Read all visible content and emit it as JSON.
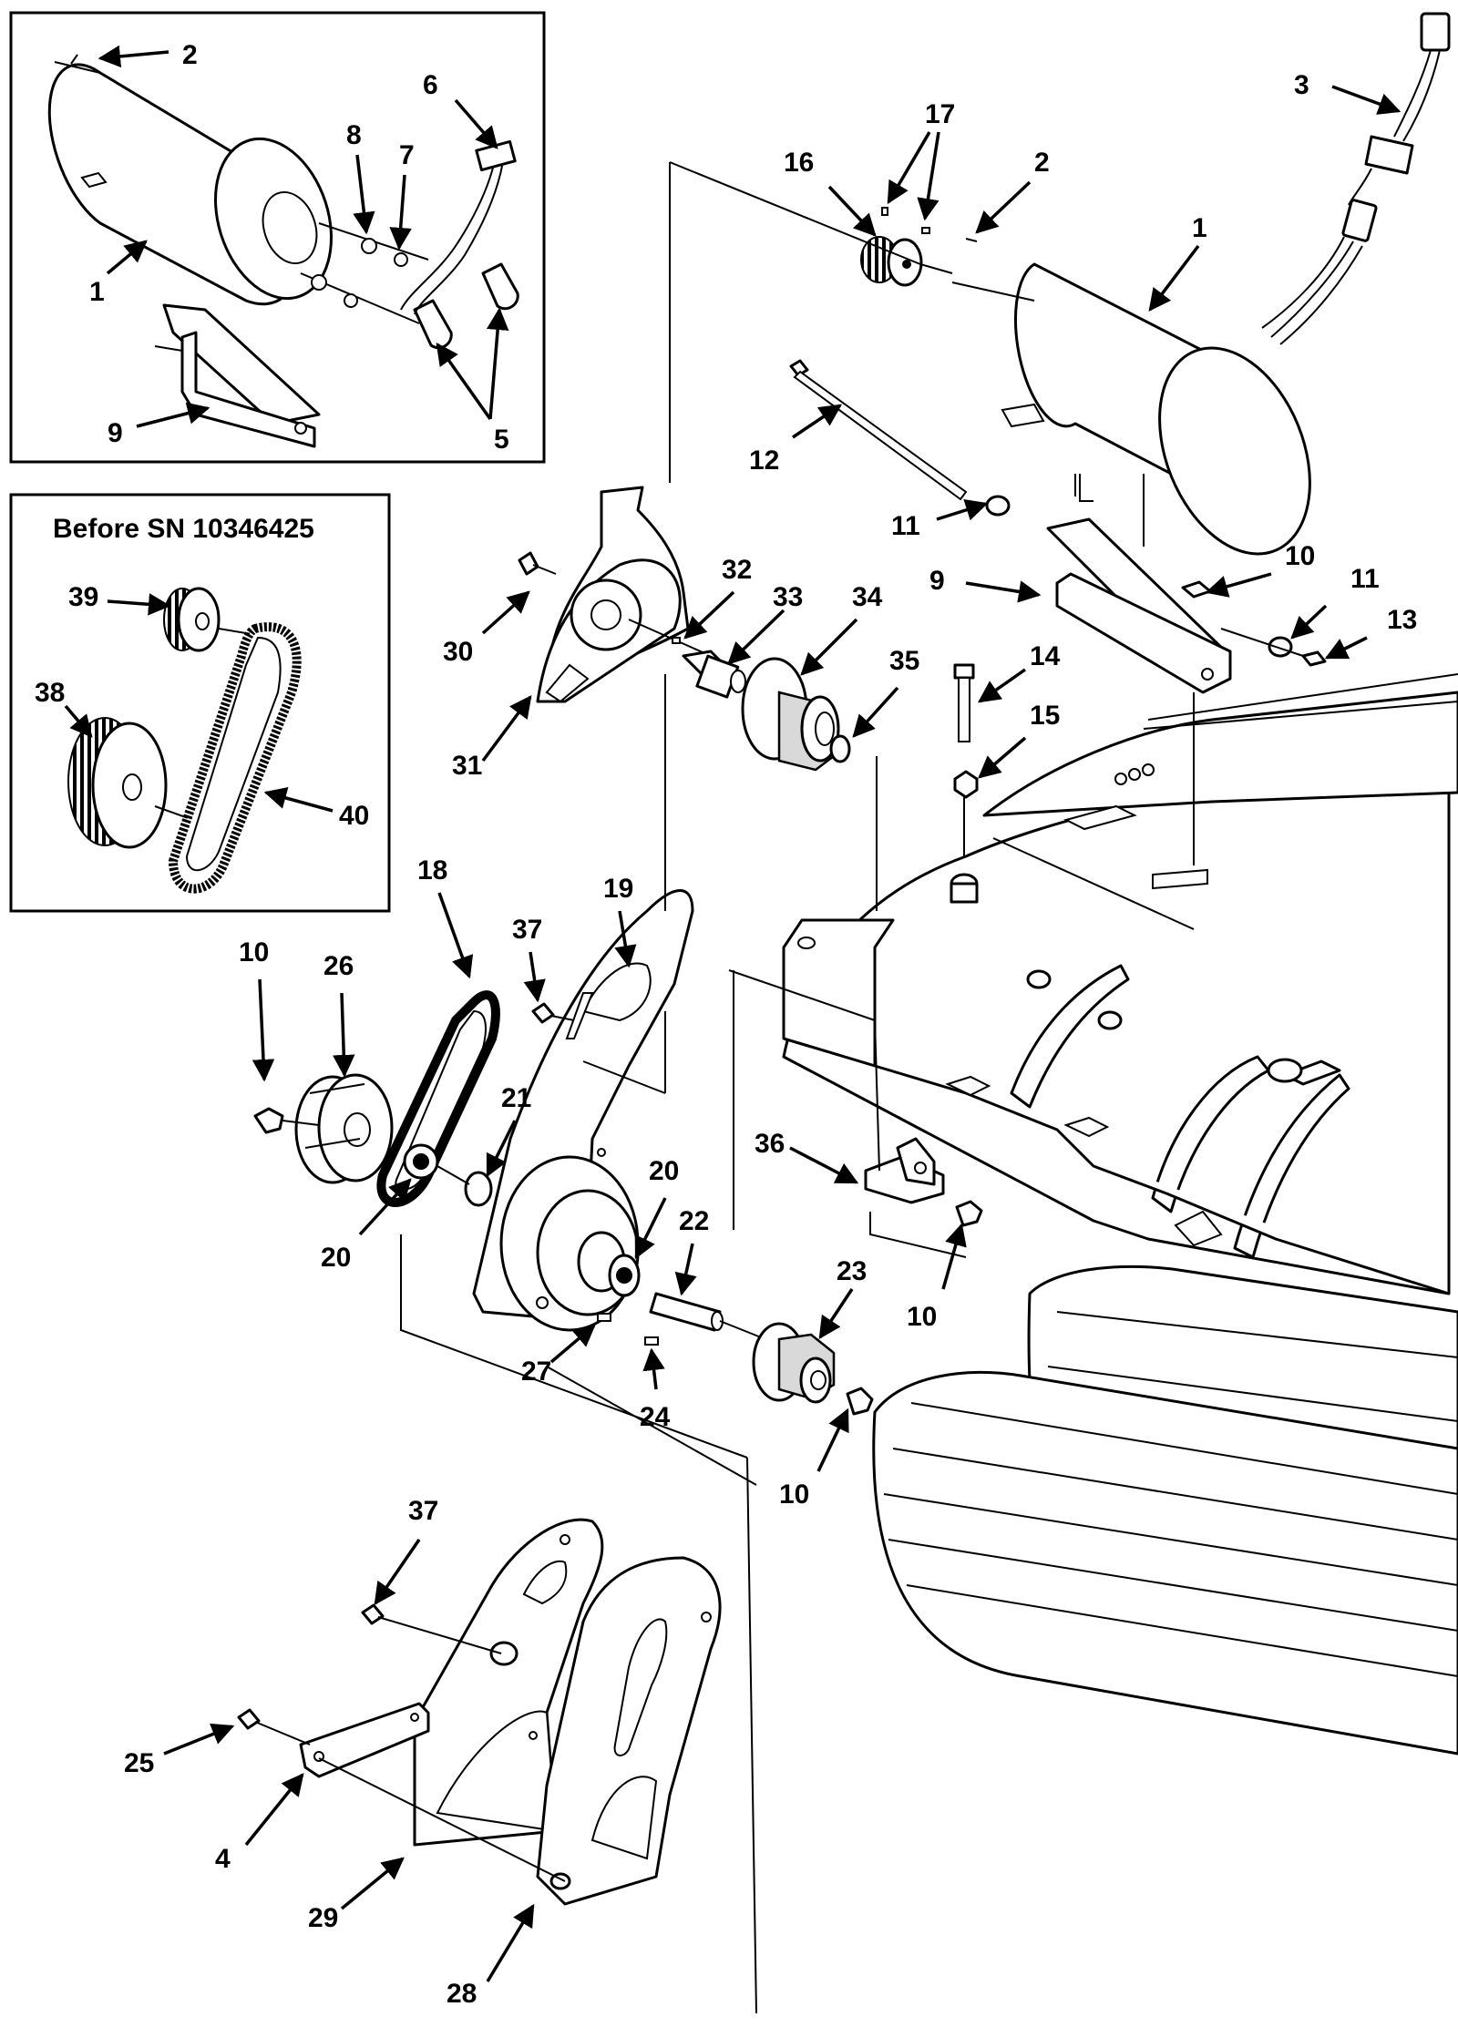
{
  "inset_title": "Before SN 10346425",
  "callouts": {
    "c1a": "2",
    "c2a": "6",
    "c3a": "8",
    "c4a": "7",
    "c5a": "1",
    "c6a": "9",
    "c7a": "5",
    "c8": "39",
    "c9": "38",
    "c10": "40",
    "c11": "3",
    "c12": "17",
    "c13": "16",
    "c14": "2",
    "c15": "1",
    "c16": "12",
    "c17": "11",
    "c18": "9",
    "c19": "10",
    "c20": "11",
    "c21": "13",
    "c22": "32",
    "c23": "33",
    "c24": "34",
    "c25": "30",
    "c26": "35",
    "c27": "31",
    "c28": "14",
    "c29": "15",
    "c30": "18",
    "c31": "37",
    "c32": "19",
    "c33": "10",
    "c34": "26",
    "c35": "21",
    "c36": "20",
    "c37": "20",
    "c38": "22",
    "c39": "36",
    "c40": "10",
    "c41": "23",
    "c42": "27",
    "c43": "24",
    "c44": "10",
    "c45": "37",
    "c46": "25",
    "c47": "4",
    "c48": "29",
    "c49": "28"
  }
}
